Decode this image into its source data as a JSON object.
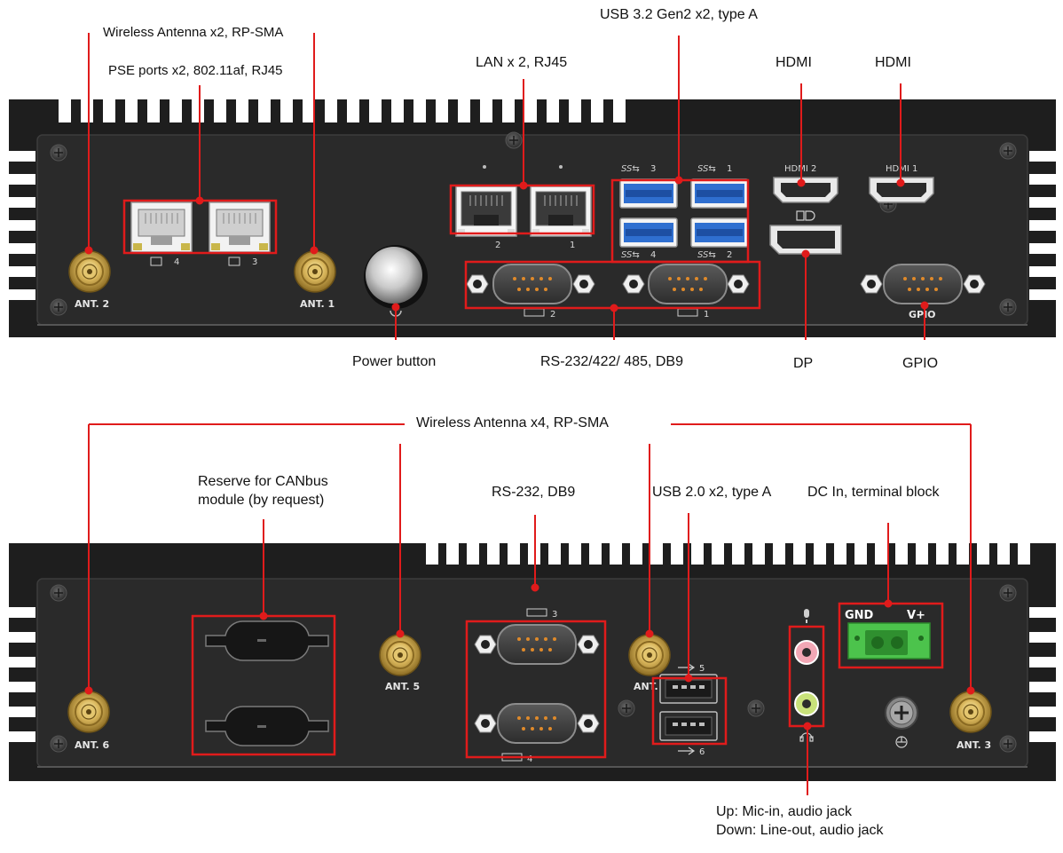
{
  "callouts_top": {
    "wireless_antenna": "Wireless Antenna x2, RP-SMA",
    "pse_ports": "PSE ports x2, 802.11af, RJ45",
    "lan": "LAN x 2, RJ45",
    "usb32": "USB 3.2 Gen2 x2, type A",
    "hdmi_a": "HDMI",
    "hdmi_b": "HDMI",
    "power_button": "Power button",
    "rs232_422_485": "RS-232/422/ 485, DB9",
    "dp": "DP",
    "gpio": "GPIO"
  },
  "callouts_bottom": {
    "wireless_antenna": "Wireless Antenna x4, RP-SMA",
    "canbus": "Reserve for CANbus module (by request)",
    "rs232": "RS-232, DB9",
    "usb20": "USB 2.0 x2, type A",
    "dc_in": "DC In, terminal block",
    "audio_up": "Up: Mic-in, audio jack",
    "audio_down": "Down: Line-out, audio jack"
  },
  "panel_top_text": {
    "ant2": "ANT. 2",
    "ant1": "ANT. 1",
    "pse4": "4",
    "pse3": "3",
    "lan2": "2",
    "lan1": "1",
    "usb3": "3",
    "usb1": "1",
    "usb4": "4",
    "usb2": "2",
    "hdmi2": "HDMI 2",
    "hdmi1": "HDMI 1",
    "com2": "2",
    "com1": "1",
    "gpio": "GPIO"
  },
  "panel_bottom_text": {
    "ant6": "ANT. 6",
    "ant5": "ANT. 5",
    "ant4": "ANT. 4",
    "ant3": "ANT. 3",
    "com3": "3",
    "com4": "4",
    "usb5": "5",
    "usb6": "6",
    "gnd": "GND",
    "vplus": "V+"
  },
  "colors": {
    "chassis": "#1e1e1e",
    "panel": "#2a2a2a",
    "fin": "#ffffff",
    "callout_line": "#e01b1b",
    "highlight_box": "#e01b1b",
    "usb3_blue": "#2f6fd0",
    "terminal_green": "#4cc34c",
    "mic_pink": "#f2a7b5",
    "line_green": "#c9e27a",
    "gold": "#c9a54a"
  }
}
